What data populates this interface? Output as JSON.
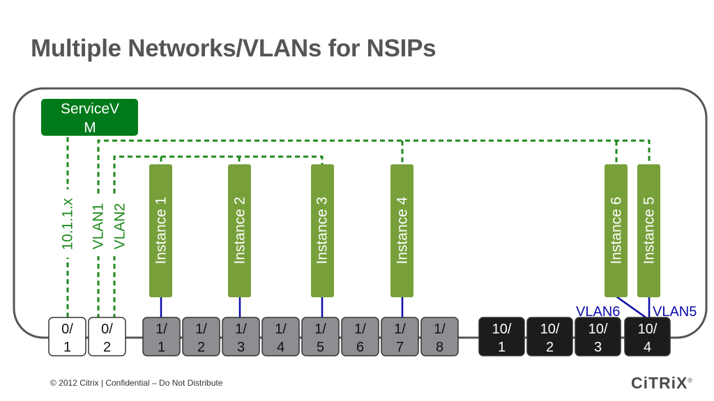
{
  "title": "Multiple Networks/VLANs for NSIPs",
  "service_vm": {
    "label_line1": "ServiceV",
    "label_line2": "M"
  },
  "network_labels": {
    "net1": "10.1.1.x",
    "vlan1": "VLAN1",
    "vlan2": "VLAN2"
  },
  "instances": [
    "Instance 1",
    "Instance 2",
    "Instance 3",
    "Instance 4",
    "Instance 6",
    "Instance 5"
  ],
  "vlan_labels": {
    "vlan6": "VLAN6",
    "vlan5": "VLAN5"
  },
  "ports": [
    {
      "top": "0/",
      "bottom": "1",
      "kind": "white"
    },
    {
      "top": "0/",
      "bottom": "2",
      "kind": "white"
    },
    {
      "top": "1/",
      "bottom": "1",
      "kind": "gray"
    },
    {
      "top": "1/",
      "bottom": "2",
      "kind": "gray"
    },
    {
      "top": "1/",
      "bottom": "3",
      "kind": "gray"
    },
    {
      "top": "1/",
      "bottom": "4",
      "kind": "gray"
    },
    {
      "top": "1/",
      "bottom": "5",
      "kind": "gray"
    },
    {
      "top": "1/",
      "bottom": "6",
      "kind": "gray"
    },
    {
      "top": "1/",
      "bottom": "7",
      "kind": "gray"
    },
    {
      "top": "1/",
      "bottom": "8",
      "kind": "gray"
    },
    {
      "top": "10/",
      "bottom": "1",
      "kind": "black"
    },
    {
      "top": "10/",
      "bottom": "2",
      "kind": "black"
    },
    {
      "top": "10/",
      "bottom": "3",
      "kind": "black"
    },
    {
      "top": "10/",
      "bottom": "4",
      "kind": "black"
    }
  ],
  "footer": "© 2012 Citrix | Confidential – Do Not Distribute",
  "logo": {
    "text": "CiTRiX",
    "mark": "®"
  },
  "colors": {
    "service_vm": "#007a1a",
    "instance": "#77a03a",
    "dashed_line": "#1d8a1d",
    "vlan_line": "#0a0aa8",
    "port_gray": "#8d8e92",
    "port_black": "#1c1c1c",
    "frame": "#555555"
  }
}
